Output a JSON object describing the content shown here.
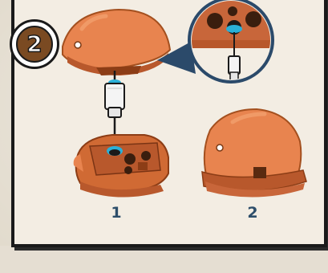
{
  "step": {
    "number": "2"
  },
  "figures": [
    {
      "label": "1"
    },
    {
      "label": "2"
    }
  ],
  "colors": {
    "shell": "#e8844f",
    "shell_dark": "#b8582c",
    "connector": "#f2f2f2",
    "highlight": "#2ab0d8",
    "callout": "#2b4a6a",
    "label": "#2d4e6a"
  },
  "icons": {
    "step_badge": "numbered-step-circle",
    "connector": "peg-connector",
    "callout": "magnified-detail-circle"
  }
}
